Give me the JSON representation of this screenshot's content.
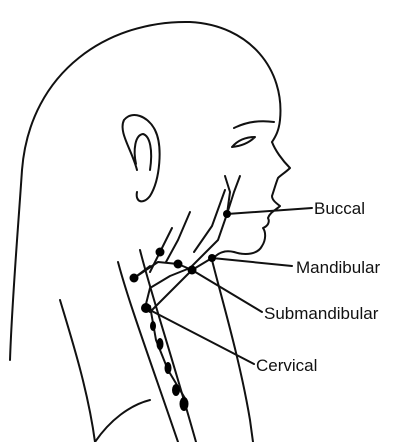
{
  "labels": {
    "buccal": "Buccal",
    "mandibular": "Mandibular",
    "submandibular": "Submandibular",
    "cervical": "Cervical"
  },
  "colors": {
    "line": "#111111",
    "node": "#000000",
    "background": "#ffffff"
  }
}
